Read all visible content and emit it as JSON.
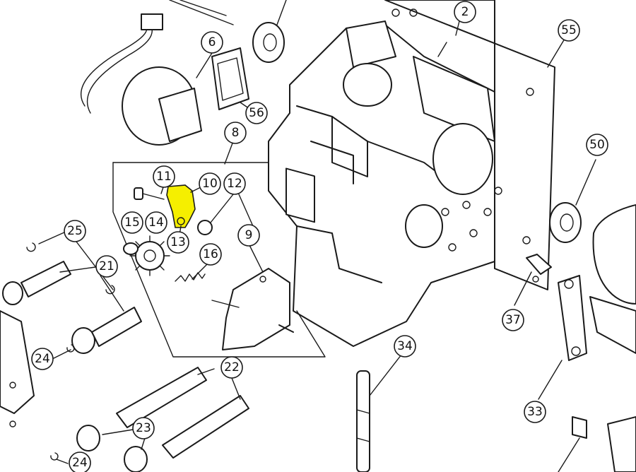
{
  "diagram": {
    "highlight_color": "#f5ef00",
    "line_color": "#1a1a1a",
    "callouts": {
      "c2": "2",
      "c6": "6",
      "c8": "8",
      "c9": "9",
      "c10": "10",
      "c11": "11",
      "c12": "12",
      "c13": "13",
      "c14": "14",
      "c15": "15",
      "c16": "16",
      "c21": "21",
      "c22": "22",
      "c23": "23",
      "c24a": "24",
      "c24b": "24",
      "c25": "25",
      "c33": "33",
      "c34": "34",
      "c37": "37",
      "c50": "50",
      "c55": "55",
      "c56": "56"
    }
  }
}
